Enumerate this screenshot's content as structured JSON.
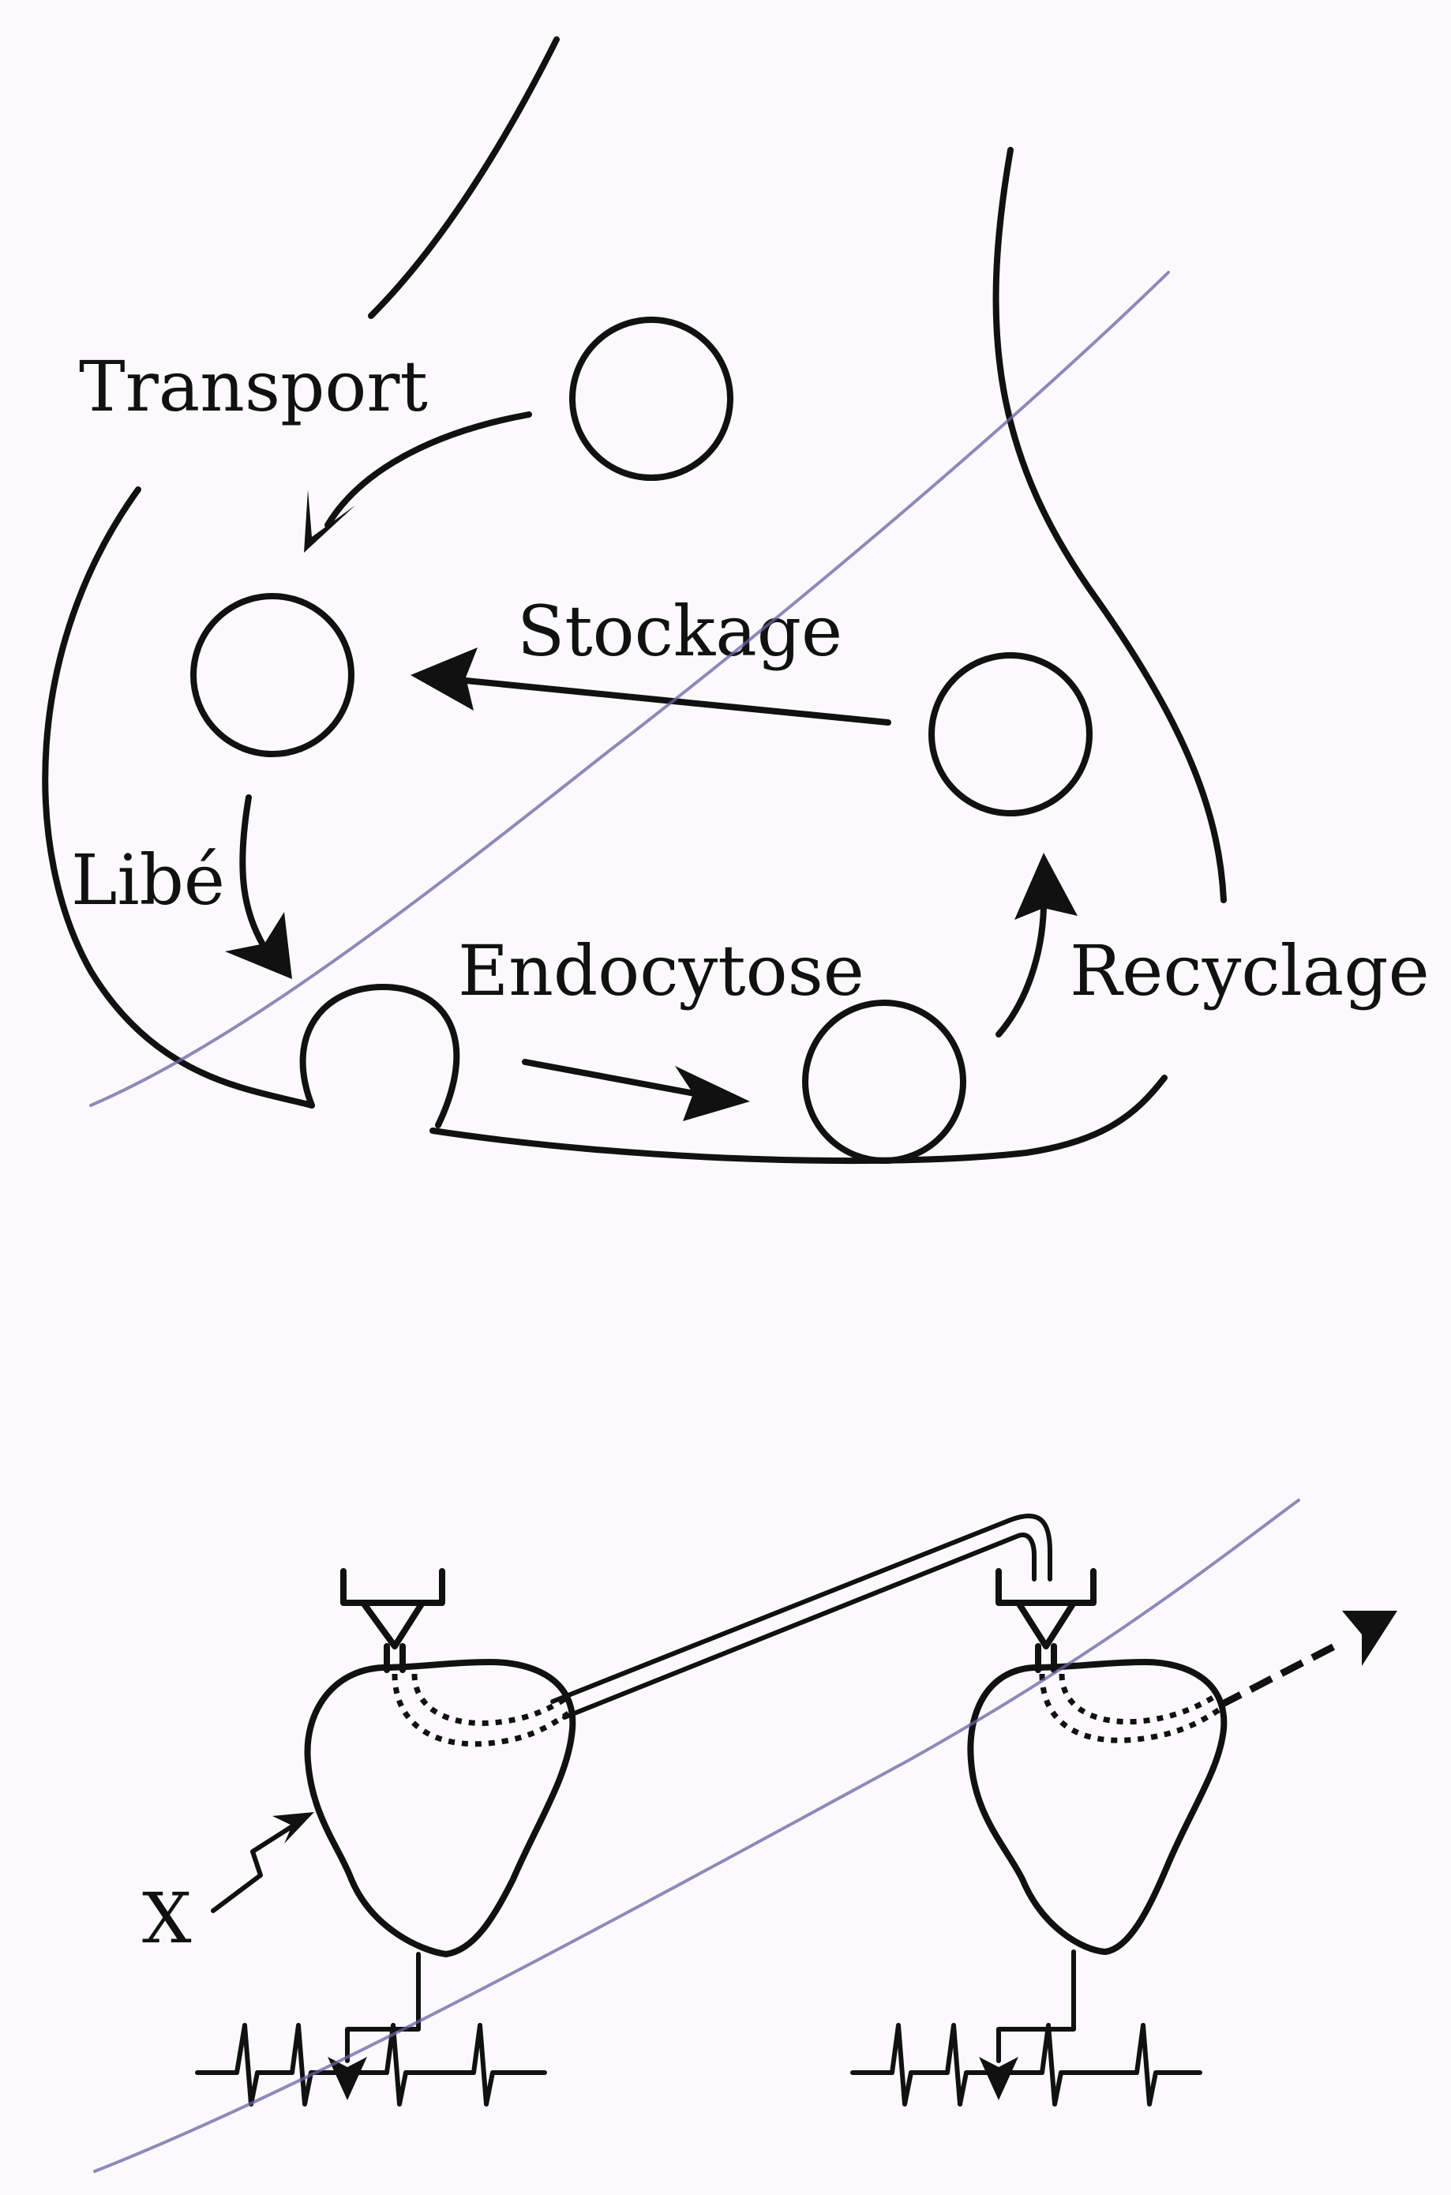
{
  "top_diagram": {
    "labels": {
      "transport": "Transport",
      "stockage": "Stockage",
      "libe": "Libé",
      "endocytose": "Endocytose",
      "recyclage": "Recyclage"
    }
  },
  "bottom_diagram": {
    "labels": {
      "x": "X"
    }
  },
  "colors": {
    "ink": "#111111",
    "pen_mark": "#6b63a3",
    "paper": "#fbf9fc"
  }
}
